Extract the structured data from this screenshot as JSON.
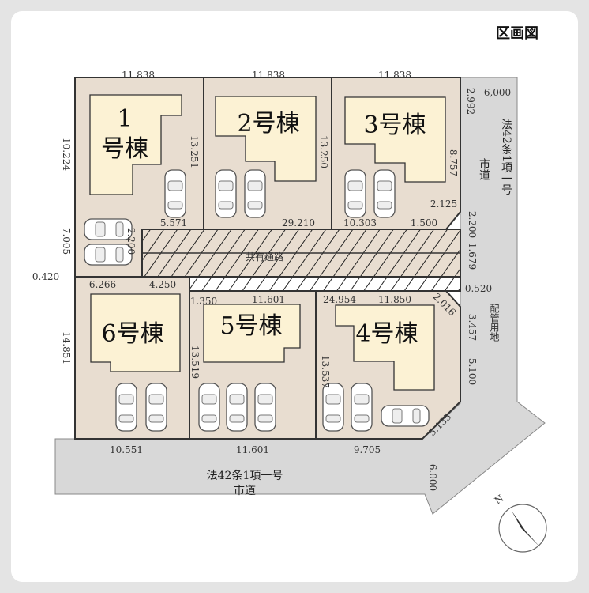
{
  "title": "区画図",
  "lots": [
    {
      "name": "1",
      "suffix": "号棟"
    },
    {
      "name": "2号棟"
    },
    {
      "name": "3号棟"
    },
    {
      "name": "4号棟"
    },
    {
      "name": "5号棟"
    },
    {
      "name": "6号棟"
    }
  ],
  "shared_path_label": "共有通路",
  "roads": {
    "bottom_line1": "法42条1項一号",
    "bottom_line2": "市道",
    "right_line1": "法42条1項一号",
    "right_line2": "市道",
    "pipe_area": "配管用地"
  },
  "dimensions": [
    "11.838",
    "11.838",
    "11.838",
    "6,000",
    "2.992",
    "10.224",
    "13.251",
    "13.250",
    "8.757",
    "5.571",
    "29.210",
    "10.303",
    "1.500",
    "2.125",
    "2.200",
    "1.679",
    "0.520",
    "7.005",
    "2.200",
    "0.420",
    "6.266",
    "4.250",
    "1.350",
    "11.601",
    "24.954",
    "11.850",
    "2.016",
    "3.457",
    "5.100",
    "13.519",
    "13.537",
    "14.851",
    "5.135",
    "10.551",
    "11.601",
    "9.705",
    "6.000"
  ],
  "colors": {
    "lot": "#e8ddd0",
    "house": "#fcf2d4",
    "road": "#d8d8d8",
    "frame": "#ffffff"
  }
}
